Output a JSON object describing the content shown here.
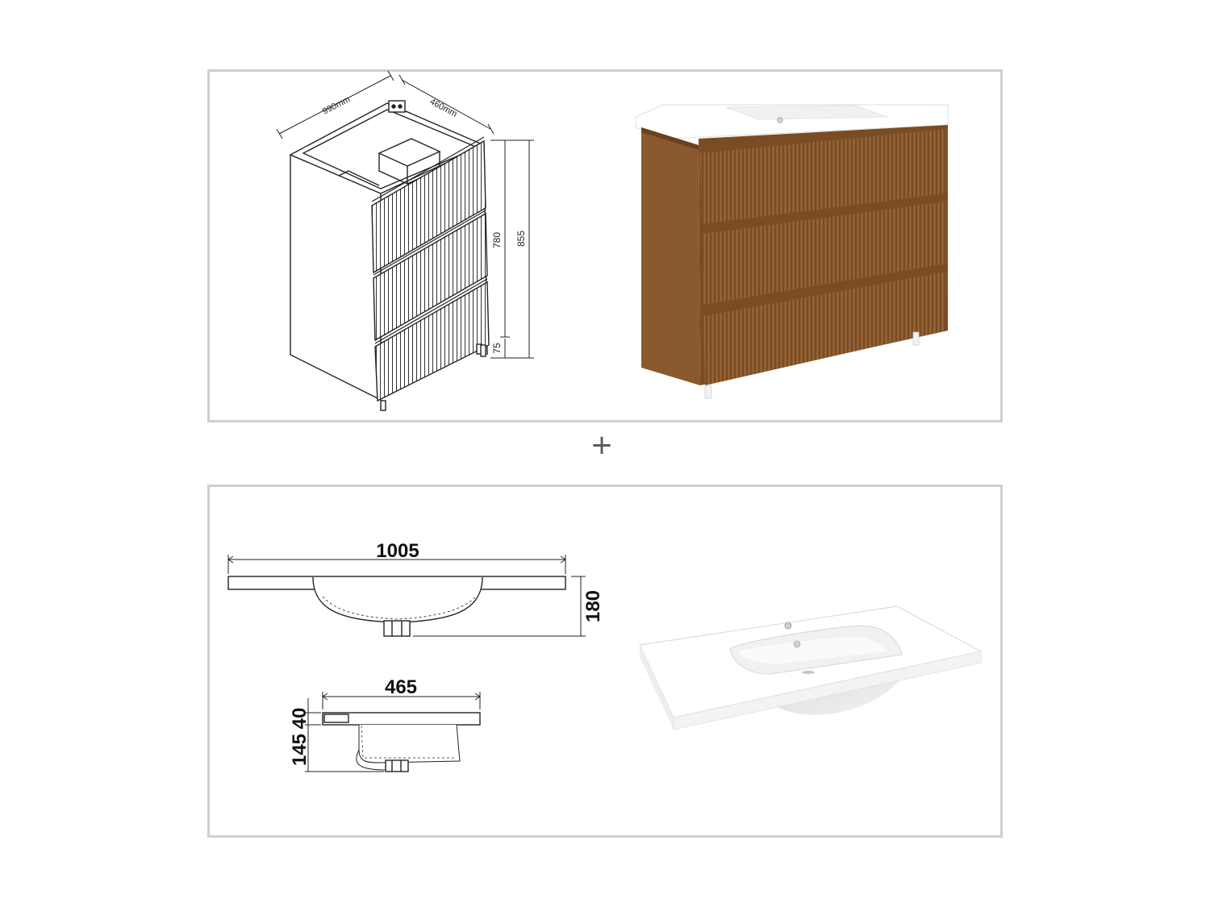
{
  "cabinet_drawing": {
    "width_label": "990mm",
    "depth_label": "460mm",
    "body_height_label": "780",
    "total_height_label": "855",
    "leg_height_label": "75"
  },
  "separator": {
    "symbol": "+"
  },
  "basin_drawing": {
    "length_label": "1005",
    "height_label": "180",
    "depth_label": "465",
    "rim_label": "40",
    "bowl_label": "145"
  },
  "colors": {
    "panel_border": "#cfcfcf",
    "wood": "#8a5a2e",
    "ceramic": "#ffffff"
  }
}
